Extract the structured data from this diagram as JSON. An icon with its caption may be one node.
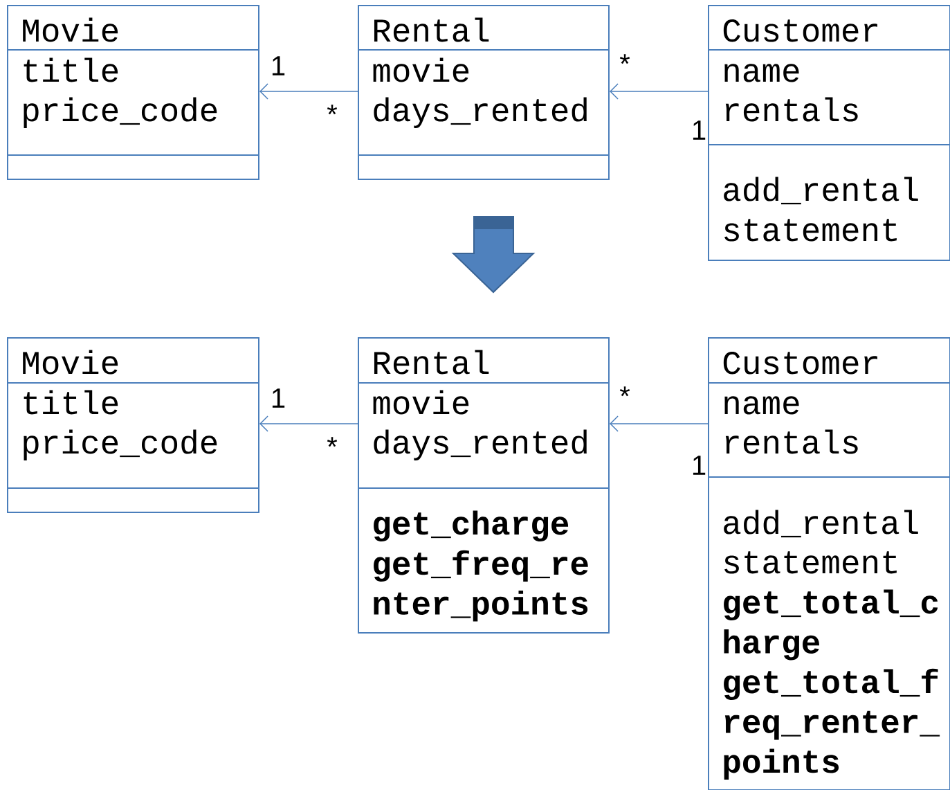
{
  "diagram": {
    "nodes": [
      {
        "text": [
          "Movie",
          "title",
          "price_code"
        ]
      },
      {
        "text": [
          "Rental",
          "movie",
          "days_rented"
        ]
      },
      {
        "text": [
          "Customer",
          "name",
          "rentals",
          "add_rental",
          "statement"
        ]
      },
      {
        "text": [
          "Movie",
          "title",
          "price_code"
        ]
      },
      {
        "text": [
          "Rental",
          "movie",
          "days_rented",
          "get_charge",
          "get_freq_renter_points"
        ]
      },
      {
        "text": [
          "Customer",
          "name",
          "rentals",
          "add_rental",
          "statement",
          "get_total_charge",
          "get_total_freq_renter_points"
        ]
      }
    ],
    "edges": [
      {
        "from": 1,
        "to": 0,
        "arrow": "to"
      },
      {
        "from": 2,
        "to": 1,
        "arrow": "to"
      },
      {
        "from": 4,
        "to": 3,
        "arrow": "to"
      },
      {
        "from": 5,
        "to": 4,
        "arrow": "to"
      }
    ],
    "labels": [
      "1",
      "*",
      "*",
      "1",
      "1",
      "*",
      "*",
      "1"
    ]
  }
}
